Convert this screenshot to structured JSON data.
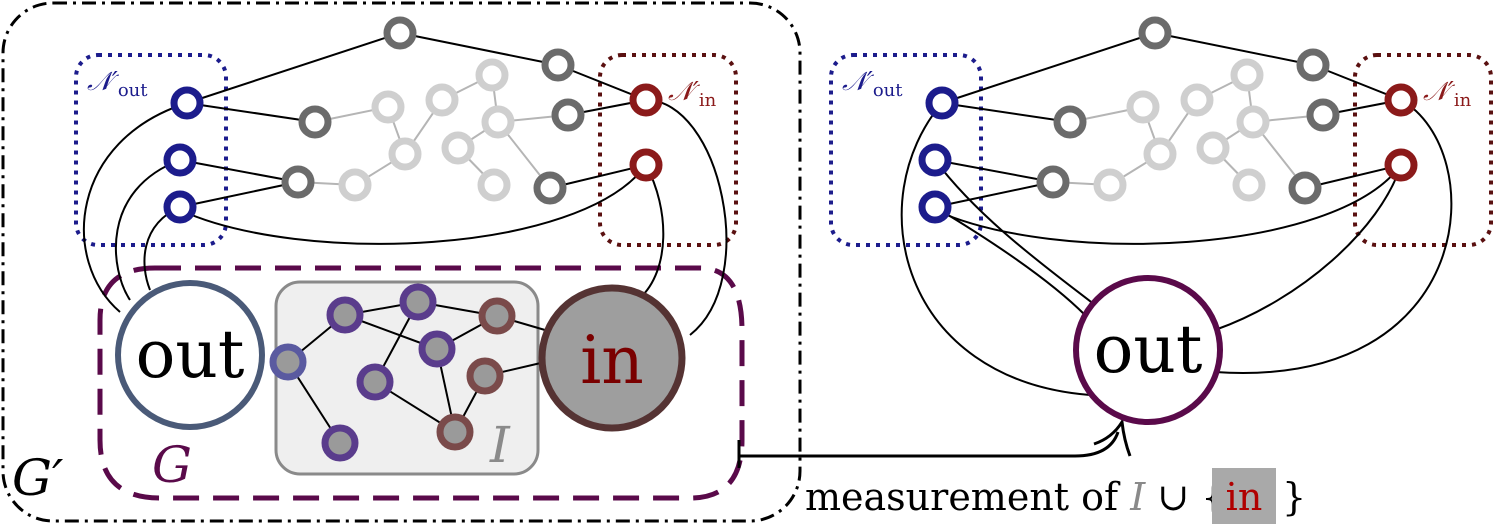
{
  "left_panel": {
    "outer_label": "G′",
    "inner_label": "G",
    "interior_label": "I",
    "out_label": "out",
    "in_label": "in",
    "n_out_label": "𝒩′",
    "n_out_sub": "out",
    "n_in_label": "𝒩′",
    "n_in_sub": "in"
  },
  "right_panel": {
    "out_label": "out",
    "n_out_label": "𝒩′",
    "n_out_sub": "out",
    "n_in_label": "𝒩′",
    "n_in_sub": "in"
  },
  "arrow": {
    "caption_prefix": "measurement of",
    "caption_set": "I",
    "caption_union": "∪ {",
    "caption_in": "in",
    "caption_close": "}"
  },
  "colors": {
    "navy": "#1c1c8c",
    "darkred": "#8b1a1a",
    "purple": "#5a0a4a",
    "slate": "#4a5a78",
    "dark_gray": "#6b6b6b",
    "light_gray": "#c8c8c8",
    "interior_fill": "#efefef",
    "in_fill": "#9e9e9e"
  }
}
